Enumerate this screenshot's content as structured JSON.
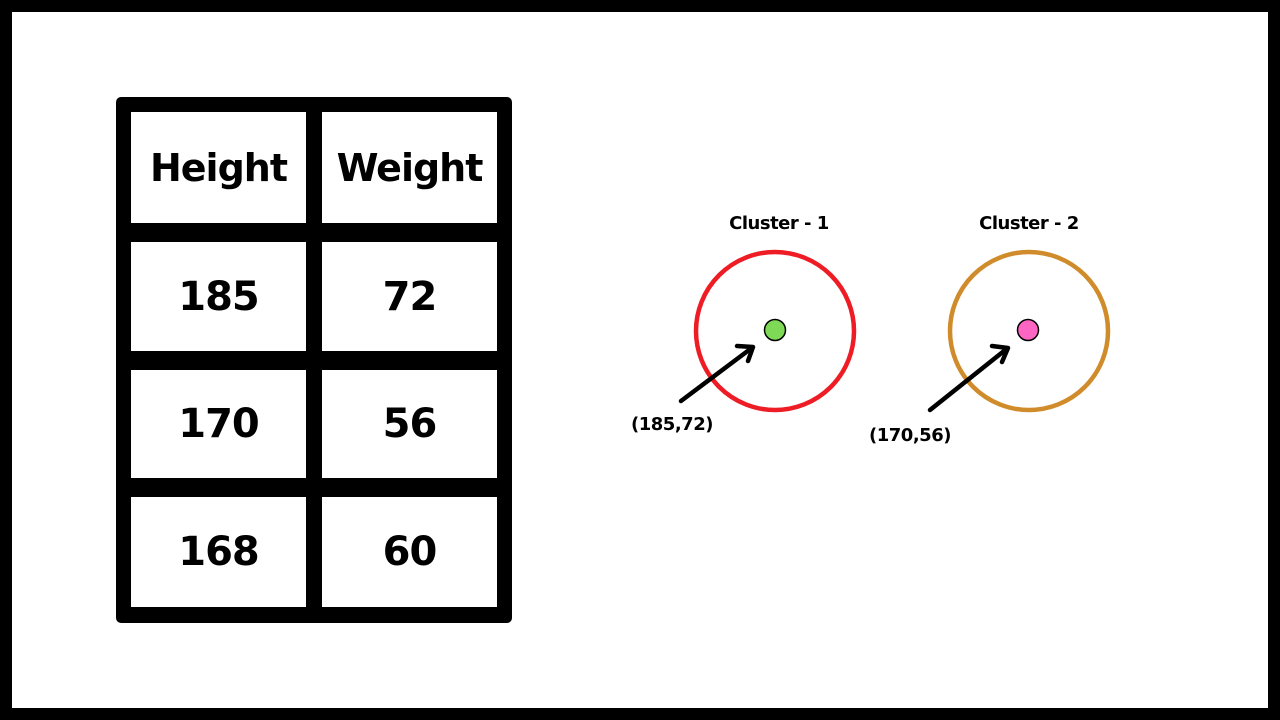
{
  "table": {
    "headers": [
      "Height",
      "Weight"
    ],
    "rows": [
      [
        "185",
        "72"
      ],
      [
        "170",
        "56"
      ],
      [
        "168",
        "60"
      ]
    ]
  },
  "clusters": [
    {
      "label": "Cluster - 1",
      "centroid_label": "(185,72)",
      "ring_color": "#ee1c24",
      "dot_color": "#7ed957"
    },
    {
      "label": "Cluster - 2",
      "centroid_label": "(170,56)",
      "ring_color": "#d08c2a",
      "dot_color": "#ff66c4"
    }
  ]
}
